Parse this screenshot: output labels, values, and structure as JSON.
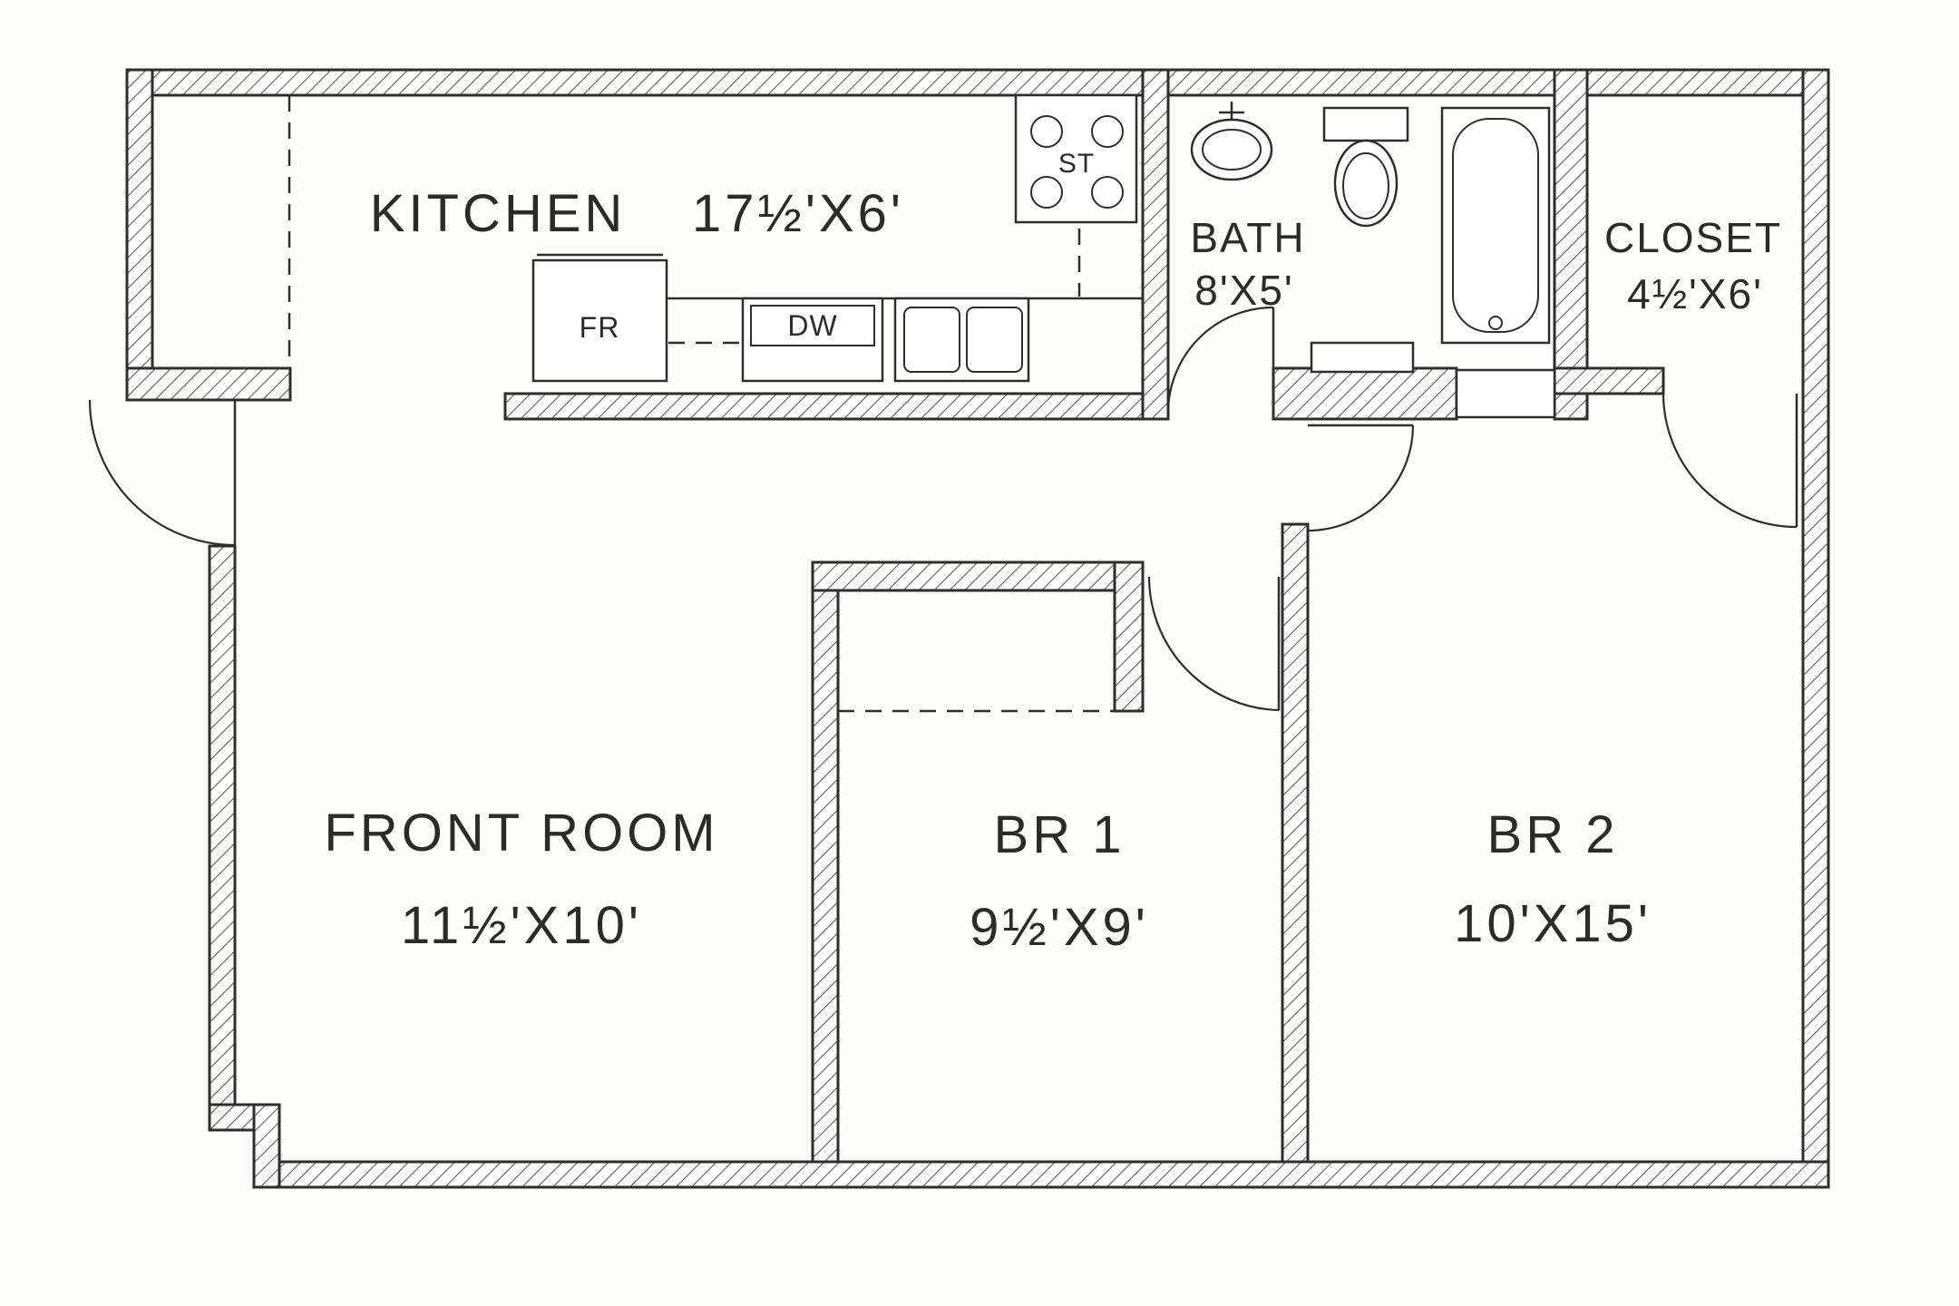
{
  "rooms": {
    "kitchen": {
      "name": "KITCHEN",
      "dims": "17½'X6'"
    },
    "bath": {
      "name": "BATH",
      "dims": "8'X5'"
    },
    "closet": {
      "name": "CLOSET",
      "dims": "4½'X6'"
    },
    "front_room": {
      "name": "FRONT ROOM",
      "dims": "11½'X10'"
    },
    "br1": {
      "name": "BR 1",
      "dims": "9½'X9'"
    },
    "br2": {
      "name": "BR 2",
      "dims": "10'X15'"
    }
  },
  "appliances": {
    "stove": {
      "label": "ST"
    },
    "fridge": {
      "label": "FR"
    },
    "dishwasher": {
      "label": "DW"
    }
  },
  "fixtures": {
    "bathroom_sink": "pedestal-sink",
    "toilet": "toilet",
    "bathtub": "bathtub",
    "kitchen_sink": "double-basin-sink",
    "linen_niche": "linen-closet"
  },
  "colors": {
    "wall_line": "#2e2e2e",
    "hatch": "#5a5a5a",
    "text": "#2b2b2b",
    "background": "#fdfdfb"
  }
}
